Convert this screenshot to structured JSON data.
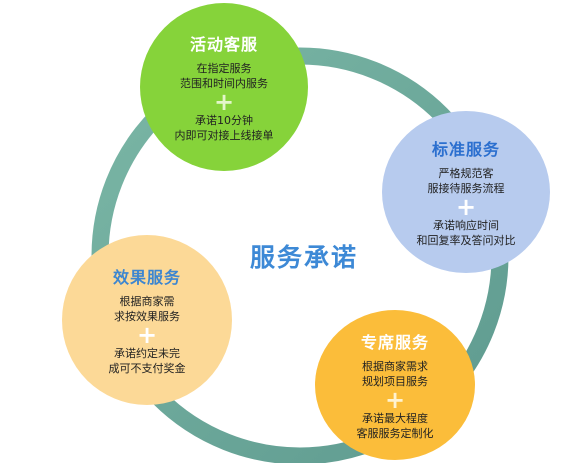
{
  "colors": {
    "ring": "#6ea79a",
    "center_title": "#3d89d6",
    "node_1": "#86d33a",
    "node_2": "#b7cbee",
    "node_3": "#fcd997",
    "node_4": "#fbbd3a"
  },
  "center": {
    "title": "服务承诺"
  },
  "nodes": [
    {
      "title": "活动客服",
      "line1": "在指定服务",
      "line2": "范围和时间内服务",
      "plus": "+",
      "line3": "承诺10分钟",
      "line4": "内即可对接上线接单"
    },
    {
      "title": "标准服务",
      "line1": "严格规范客",
      "line2": "服接待服务流程",
      "plus": "+",
      "line3": "承诺响应时间",
      "line4": "和回复率及答问对比"
    },
    {
      "title": "效果服务",
      "line1": "根据商家需",
      "line2": "求按效果服务",
      "plus": "+",
      "line3": "承诺约定未完",
      "line4": "成可不支付奖金"
    },
    {
      "title": "专席服务",
      "line1": "根据商家需求",
      "line2": "规划项目服务",
      "plus": "+",
      "line3": "承诺最大程度",
      "line4": "客服服务定制化"
    }
  ]
}
